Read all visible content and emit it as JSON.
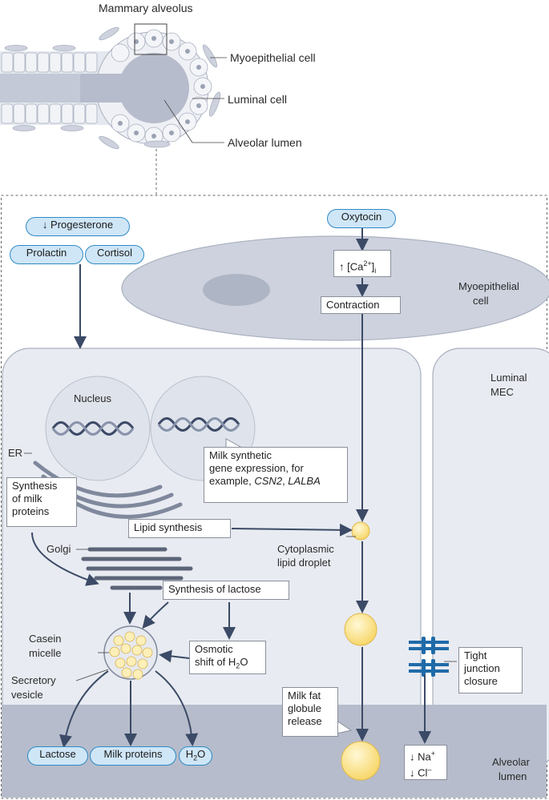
{
  "top": {
    "title": "Mammary alveolus",
    "myoepithelial": "Myoepithelial cell",
    "luminal": "Luminal cell",
    "lumen": "Alveolar lumen"
  },
  "hormones": {
    "progesterone": "↓ Progesterone",
    "prolactin": "Prolactin",
    "cortisol": "Cortisol",
    "oxytocin": "Oxytocin"
  },
  "myo": {
    "calcium_arrow": "↑ [Ca",
    "calcium_sup": "2+",
    "calcium_close": "]",
    "calcium_sub": "i",
    "contraction": "Contraction",
    "cell_label_1": "Myoepithelial",
    "cell_label_2": "cell"
  },
  "luminal": {
    "label_1": "Luminal",
    "label_2": "MEC",
    "nucleus": "Nucleus",
    "er": "ER",
    "golgi": "Golgi",
    "gene_1": "Milk synthetic",
    "gene_2": "gene expression, for",
    "gene_3_prefix": "example, ",
    "gene_3_csn2": "CSN2",
    "gene_3_sep": ", ",
    "gene_3_lalba": "LALBA",
    "synth_milk_1": "Synthesis",
    "synth_milk_2": "of milk",
    "synth_milk_3": "proteins",
    "lipid_synthesis": "Lipid synthesis",
    "droplet_1": "Cytoplasmic",
    "droplet_2": "lipid droplet",
    "lactose_synthesis": "Synthesis of lactose",
    "casein_1": "Casein",
    "casein_2": "micelle",
    "vesicle_1": "Secretory",
    "vesicle_2": "vesicle",
    "osmotic_1": "Osmotic",
    "osmotic_2_a": "shift of H",
    "osmotic_2_sub": "2",
    "osmotic_2_b": "O",
    "fat_1": "Milk fat",
    "fat_2": "globule",
    "fat_3": "release",
    "tight_1": "Tight",
    "tight_2": "junction",
    "tight_3": "closure"
  },
  "outputs": {
    "lactose": "Lactose",
    "milk_proteins": "Milk proteins",
    "water_h": "H",
    "water_sub": "2",
    "water_o": "O",
    "na_1": "↓ Na",
    "na_sup": "+",
    "cl_1": "↓ Cl",
    "cl_sup": "–",
    "lumen_1": "Alveolar",
    "lumen_2": "lumen"
  },
  "colors": {
    "cell_fill": "#e8ebf1",
    "cell_stroke": "#a9b0bf",
    "lumen_fill": "#b6bccb",
    "myo_fill": "#cdd2de",
    "nucleus_fill": "#dfe3eb",
    "arrow": "#3b4a66",
    "pill_fill": "#cfe6f7",
    "pill_stroke": "#2f8ac4",
    "fat_fill": "#fde9a0",
    "fat_stroke": "#e0b84a",
    "junction": "#1f6aa8"
  }
}
